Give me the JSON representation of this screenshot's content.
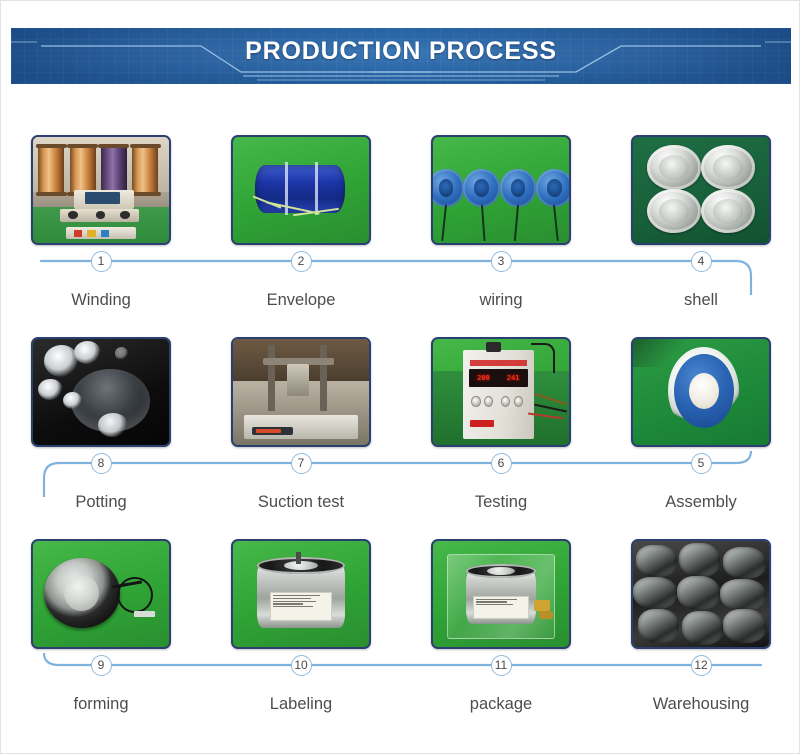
{
  "banner": {
    "title": "PRODUCTION PROCESS",
    "accent_color": "#2266ad",
    "line_color": "#9fc4e8"
  },
  "flow": {
    "line_color": "#7fb3dd",
    "node_text_color": "#4a4a4a",
    "label_color": "#4d4d4d"
  },
  "rows": [
    {
      "direction": "left-to-right",
      "steps": [
        {
          "number": "1",
          "label": "Winding",
          "image": "winding-machine-copper-spools-photo"
        },
        {
          "number": "2",
          "label": "Envelope",
          "image": "blue-wrapped-coil-photo"
        },
        {
          "number": "3",
          "label": "wiring",
          "image": "blue-toroid-coils-with-leads-photo"
        },
        {
          "number": "4",
          "label": "shell",
          "image": "four-metal-shells-photo"
        }
      ]
    },
    {
      "direction": "right-to-left",
      "steps": [
        {
          "number": "8",
          "label": "Potting",
          "image": "potting-compound-bowl-photo"
        },
        {
          "number": "7",
          "label": "Suction test",
          "image": "suction-test-rig-photo"
        },
        {
          "number": "6",
          "label": "Testing",
          "image": "dc-power-supply-photo"
        },
        {
          "number": "5",
          "label": "Assembly",
          "image": "blue-ring-assembly-photo"
        }
      ]
    },
    {
      "direction": "left-to-right",
      "steps": [
        {
          "number": "9",
          "label": "forming",
          "image": "finished-electromagnet-with-cable-photo"
        },
        {
          "number": "10",
          "label": "Labeling",
          "image": "labeled-electromagnet-photo"
        },
        {
          "number": "11",
          "label": "package",
          "image": "bagged-electromagnet-photo"
        },
        {
          "number": "12",
          "label": "Warehousing",
          "image": "stacked-electromagnets-photo"
        }
      ]
    }
  ],
  "photo_details": {
    "psu_display_left": "200",
    "psu_display_right": "241"
  }
}
